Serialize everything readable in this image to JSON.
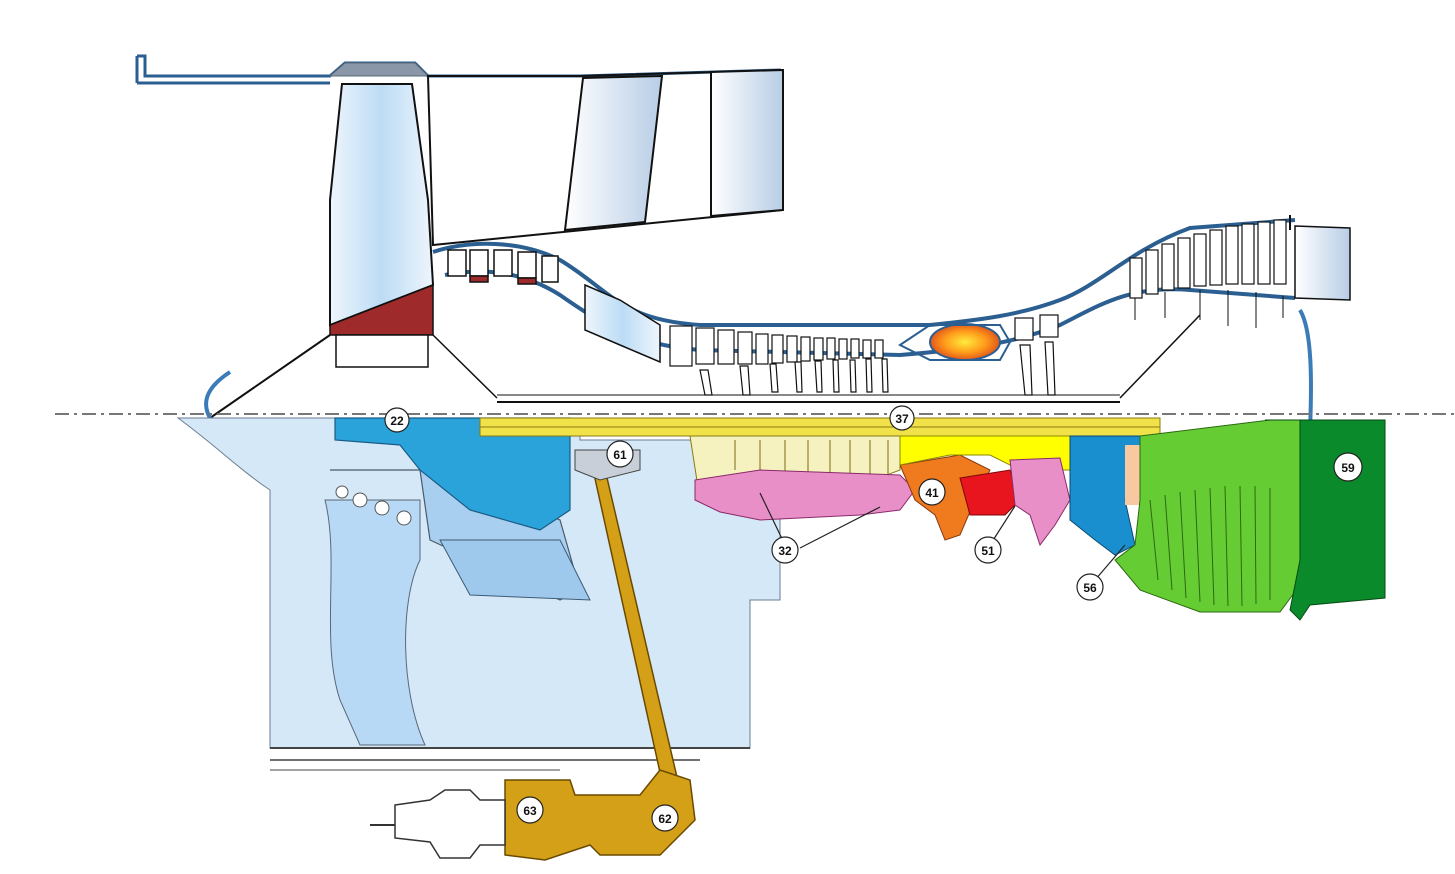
{
  "diagram": {
    "callouts": [
      {
        "id": "c22",
        "label": "22"
      },
      {
        "id": "c37",
        "label": "37"
      },
      {
        "id": "c61",
        "label": "61"
      },
      {
        "id": "c41",
        "label": "41"
      },
      {
        "id": "c59",
        "label": "59"
      },
      {
        "id": "c32",
        "label": "32"
      },
      {
        "id": "c51",
        "label": "51"
      },
      {
        "id": "c56",
        "label": "56"
      },
      {
        "id": "c63",
        "label": "63"
      },
      {
        "id": "c62",
        "label": "62"
      }
    ],
    "colors": {
      "fan_and_inlet": "#d5e8f8",
      "fan_case": "#29a3d9",
      "hp_compressor": "#f6f2c0",
      "hp_rotor": "#e88fc7",
      "combustor": "#f07a1e",
      "hp_turbine": "#e8141e",
      "turbine_case": "#ffff00",
      "ip_turbine": "#1a8fd0",
      "lp_turbine": "#66cc33",
      "exhaust": "#0a8a2a",
      "gearbox_and_drive": "#d4a017",
      "blade_root": "#9e2a2b",
      "outline": "#2c5f91"
    },
    "icons": [
      "engine-cutaway",
      "callout-bubble"
    ]
  }
}
